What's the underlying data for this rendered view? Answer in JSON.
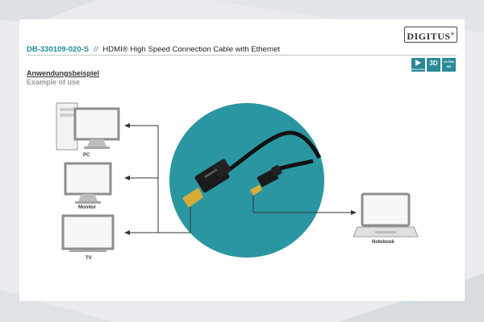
{
  "brand": {
    "logo_text": "DIGITUS"
  },
  "header": {
    "product_code": "DB-330109-020-S",
    "separator": "//",
    "description": "HDMI® High Speed Connection Cable with Ethernet"
  },
  "badges": [
    {
      "icon": "play-icon",
      "text": "Plug & Play"
    },
    {
      "icon": "3d-icon",
      "text": "3D"
    },
    {
      "icon": "ultra-hd-icon",
      "text": "ULTRA HD"
    }
  ],
  "section": {
    "heading": "Anwendungsbeispiel",
    "subheading": "Example of use"
  },
  "devices": {
    "pc": "PC",
    "monitor": "Monitor",
    "tv": "TV",
    "notebook": "Notebook"
  },
  "colors": {
    "accent": "#1f8a96",
    "circle": "#2a96a2",
    "background": "#e9ebee"
  }
}
